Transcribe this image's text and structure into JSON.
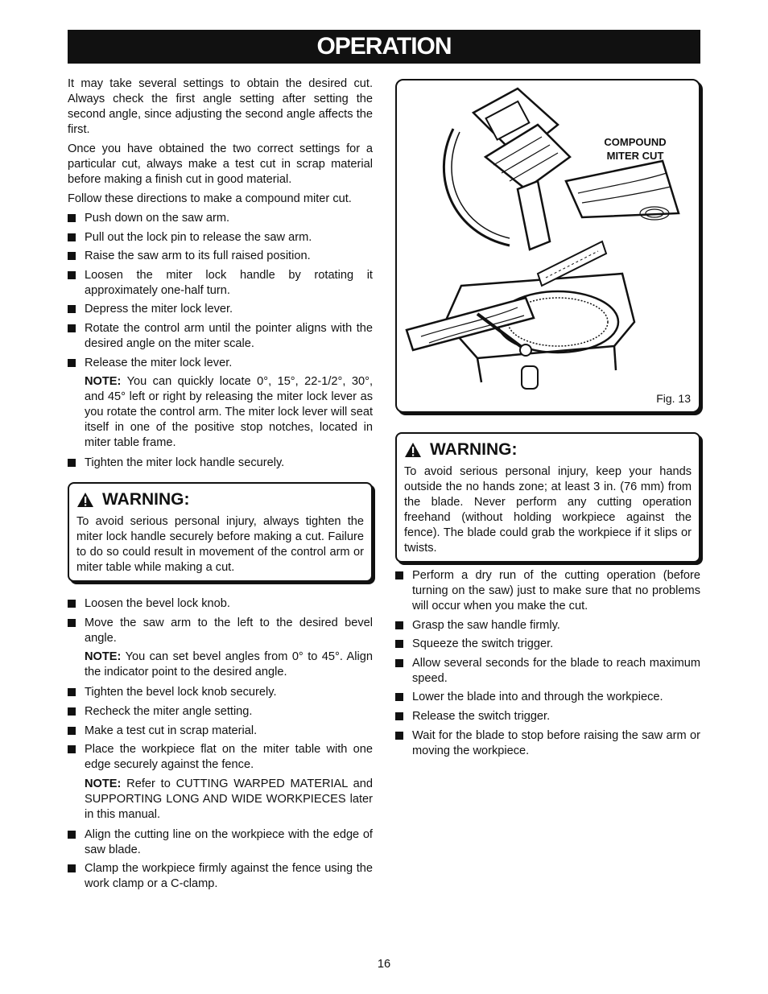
{
  "header": {
    "title": "OPERATION"
  },
  "left": {
    "paragraphs": [
      "It may take several settings to obtain the desired cut. Always check the first angle setting after setting the second angle, since adjusting the second angle affects the first.",
      "Once you have obtained the two correct settings for a particular cut, always make a test cut in scrap material before making a finish cut in good material.",
      "Follow these directions to make a compound miter cut."
    ],
    "bullets_a": [
      "Push down on the saw arm.",
      "Pull out the lock pin to release the saw arm.",
      "Raise the saw arm to its full raised position.",
      "Loosen the miter lock handle by rotating it approximately one-half turn.",
      "Depress the miter lock lever.",
      "Rotate the control arm until the pointer aligns with the desired angle on the miter scale.",
      "Release the miter lock lever."
    ],
    "note_1": {
      "label": "NOTE:",
      "text": " You can quickly locate 0°, 15°, 22-1/2°, 30°, and 45° left or right by releasing the miter lock lever as you rotate the control arm. The miter lock lever will seat itself in one of the positive stop notches, located in miter table frame."
    },
    "bullet_b": "Tighten the miter lock handle securely.",
    "warning": {
      "title": "WARNING:",
      "text": "To avoid serious personal injury, always tighten the miter lock handle securely before making a cut. Failure to do so could result in movement of the control arm or miter table while making a cut."
    },
    "bullets_c": [
      "Loosen the bevel lock knob.",
      "Move the saw arm to the left to the desired bevel angle."
    ],
    "note_2": {
      "label": "NOTE:",
      "text": " You can set bevel angles from 0° to 45°. Align the indicator point to the desired angle."
    },
    "bullets_d": [
      "Tighten the bevel lock knob securely.",
      "Recheck the miter angle setting.",
      "Make a test cut in scrap material.",
      "Place the workpiece flat on the miter table with one edge securely against the fence."
    ],
    "note_3": {
      "label": "NOTE:",
      "text": " Refer to CUTTING WARPED MATERIAL and SUPPORTING LONG AND WIDE WORKPIECES later in this manual."
    },
    "bullets_e": [
      "Align the cutting line on the workpiece with the edge of saw blade.",
      "Clamp the workpiece firmly against the fence using the work clamp or a C-clamp."
    ]
  },
  "figure": {
    "caption_line1": "COMPOUND",
    "caption_line2": "MITER CUT",
    "label": "Fig. 13"
  },
  "right": {
    "warning": {
      "title": "WARNING:",
      "text": "To avoid serious personal injury, keep your hands outside the no hands zone; at least 3 in. (76 mm) from the blade. Never perform any cutting operation freehand (without holding workpiece against the fence). The blade could grab the workpiece if it slips or twists."
    },
    "bullets": [
      "Perform a dry run of the cutting operation (before turning on the saw) just to make sure that no problems will occur when you make the cut.",
      "Grasp the saw handle firmly.",
      "Squeeze the switch trigger.",
      "Allow several seconds for the blade to reach maximum speed.",
      "Lower the blade into and through the workpiece.",
      "Release the switch trigger.",
      "Wait for the blade to stop before raising the saw arm or moving the workpiece."
    ]
  },
  "footer": {
    "page_number": "16"
  }
}
